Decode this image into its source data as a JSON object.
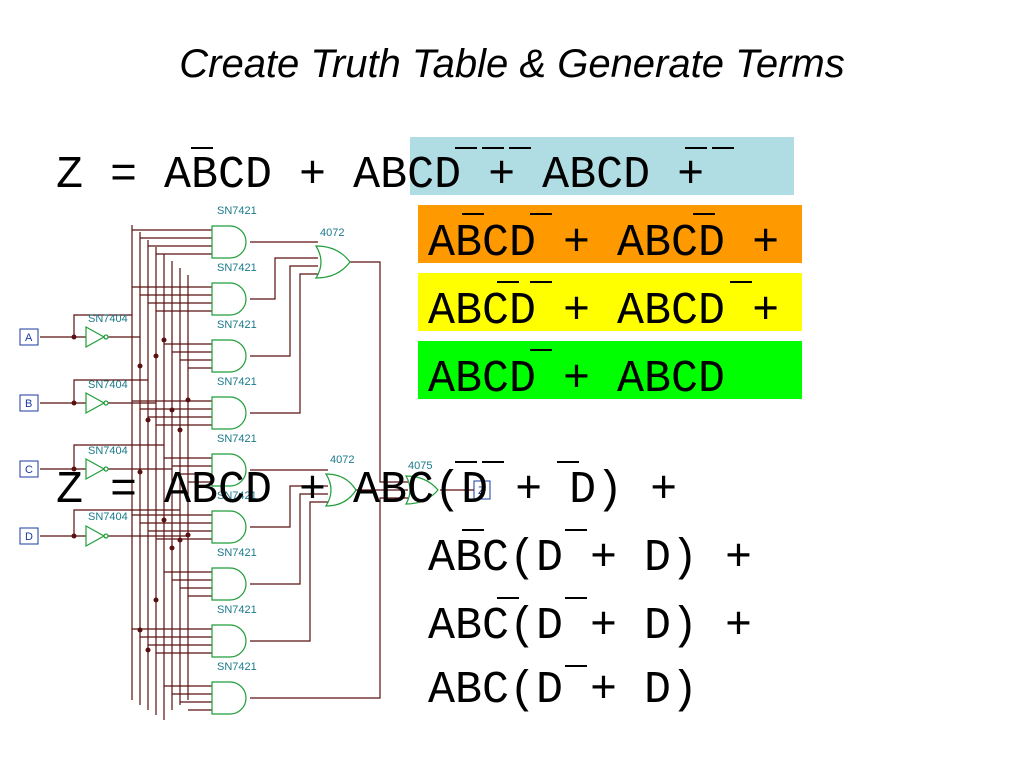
{
  "title": "Create Truth Table & Generate Terms",
  "equation1": {
    "row1": [
      "Z = ",
      "ABCD + ",
      "ABCD + ABCD",
      " +"
    ],
    "row2": [
      "ABCD + ABCD",
      " +"
    ],
    "row3": [
      "ABCD + ABCD",
      " +"
    ],
    "row4": [
      "ABCD + ABCD"
    ],
    "highlight_colors": [
      "#b0dde4",
      "#ff9900",
      "#ffff00",
      "#00ff00"
    ]
  },
  "equation2": {
    "rows": [
      "Z = ABCD + ABC(D + D) +",
      "ABC(D + D) +",
      "ABC(D + D) +",
      "ABC(D + D)"
    ]
  },
  "circuit": {
    "inputs": [
      "A",
      "B",
      "C",
      "D"
    ],
    "output": "Z",
    "inverter_label": "SN7404",
    "and_label": "SN7421",
    "or_label_1": "4072",
    "or_label_2": "4072",
    "final_or_label": "4075"
  }
}
